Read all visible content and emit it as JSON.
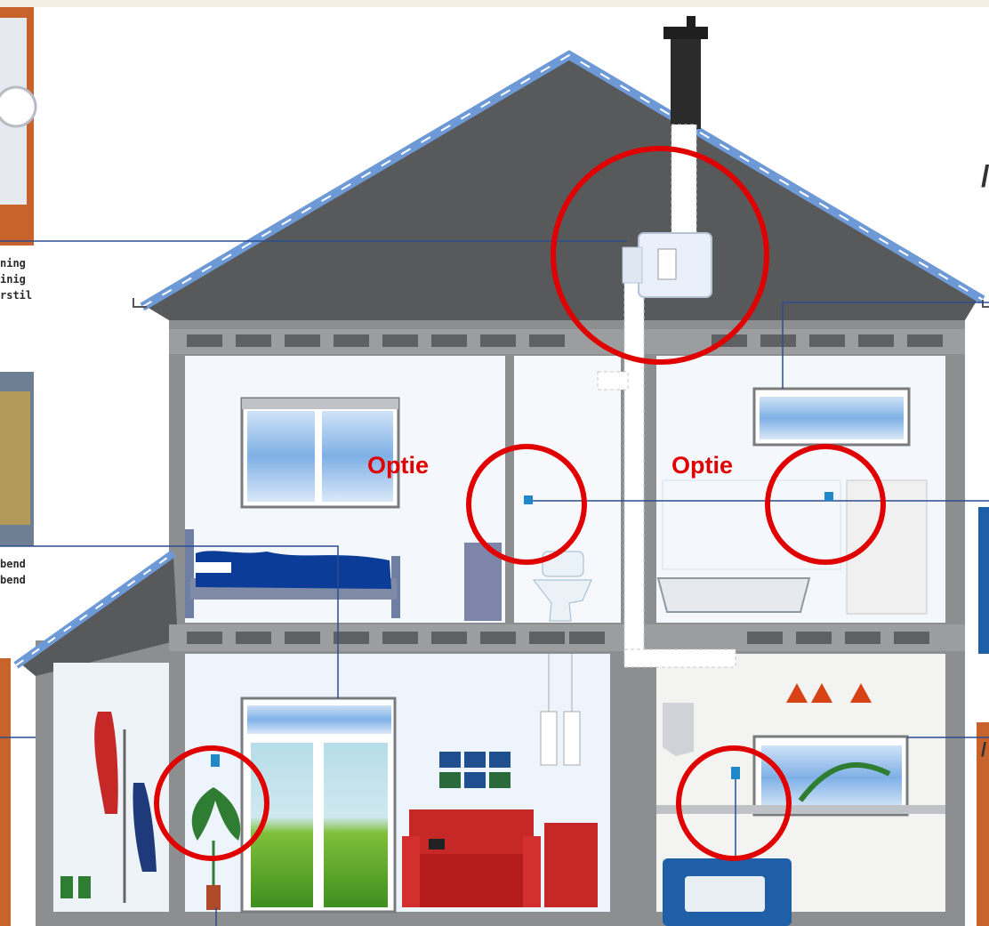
{
  "labels": {
    "optie_left": "Optie",
    "optie_right": "Optie"
  },
  "left_fragments": {
    "upper": [
      "ning",
      "inig",
      "rstil"
    ],
    "lower": [
      "bend",
      "bend"
    ]
  },
  "colors": {
    "highlight": "#e00000",
    "wall": "#8d8e90",
    "roof": "#58595b",
    "roof_tiles": "#6d9ad6",
    "interior": "#eef3fb",
    "leader_line": "#2a4d8f",
    "sofa": "#c62828",
    "bed": "#0b3c97"
  }
}
